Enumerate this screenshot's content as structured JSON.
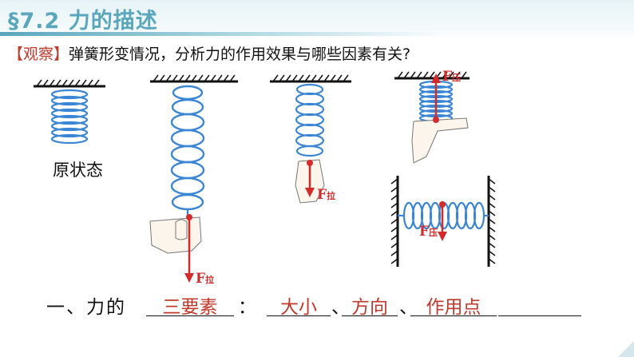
{
  "slide": {
    "title": "§7.2  力的描述",
    "question": {
      "tag": "【观察】",
      "text": "弹簧形变情况，分析力的作用效果与哪些因素有关?"
    },
    "original_state_label": "原状态",
    "forces": {
      "pull_1": {
        "symbol": "F",
        "sub": "拉"
      },
      "pull_2": {
        "symbol": "F",
        "sub": "拉"
      },
      "press_1": {
        "symbol": "F",
        "sub": "压"
      },
      "press_2": {
        "symbol": "F",
        "sub": "压"
      }
    },
    "summary": {
      "lead": "一、力的",
      "blank_1": "三要素",
      "colon": "：",
      "blank_2": "大小",
      "sep_1": "、",
      "blank_3": "方向",
      "sep_2": "、",
      "blank_4": "作用点",
      "blank_5": ""
    }
  },
  "colors": {
    "title": "#5aa6bd",
    "spring": "#3a86d4",
    "force_arrow": "#d32b2b",
    "answer": "#c0392b"
  }
}
